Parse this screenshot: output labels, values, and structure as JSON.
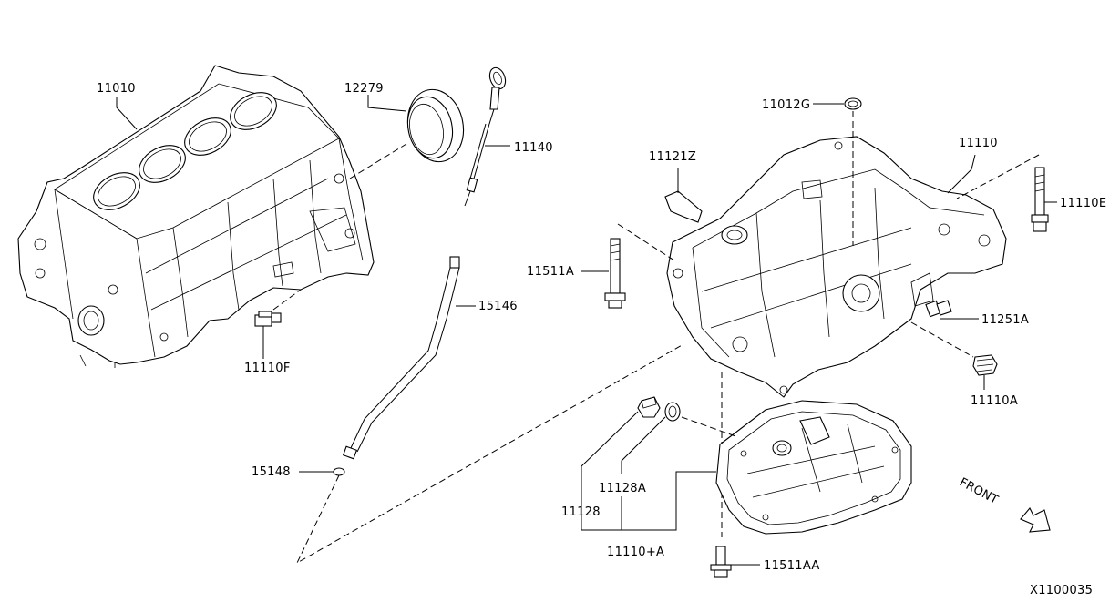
{
  "diagram": {
    "labels": {
      "block": "11010",
      "rear_seal": "12279",
      "dipstick": "11140",
      "dipstick_tube": "15146",
      "block_bolt": "11110F",
      "o_ring": "15148",
      "plug_g": "11012G",
      "baffle": "11121Z",
      "oil_pan_upper": "11110",
      "bolt_e": "11110E",
      "bolt_511a": "11511A",
      "bolt_251a": "11251A",
      "plug_110a": "11110A",
      "washer": "11128A",
      "drain_plug": "11128",
      "pan_assy": "11110+A",
      "pan_bolt": "11511AA"
    },
    "front_text": "FRONT",
    "diagram_id": "X1100035"
  }
}
